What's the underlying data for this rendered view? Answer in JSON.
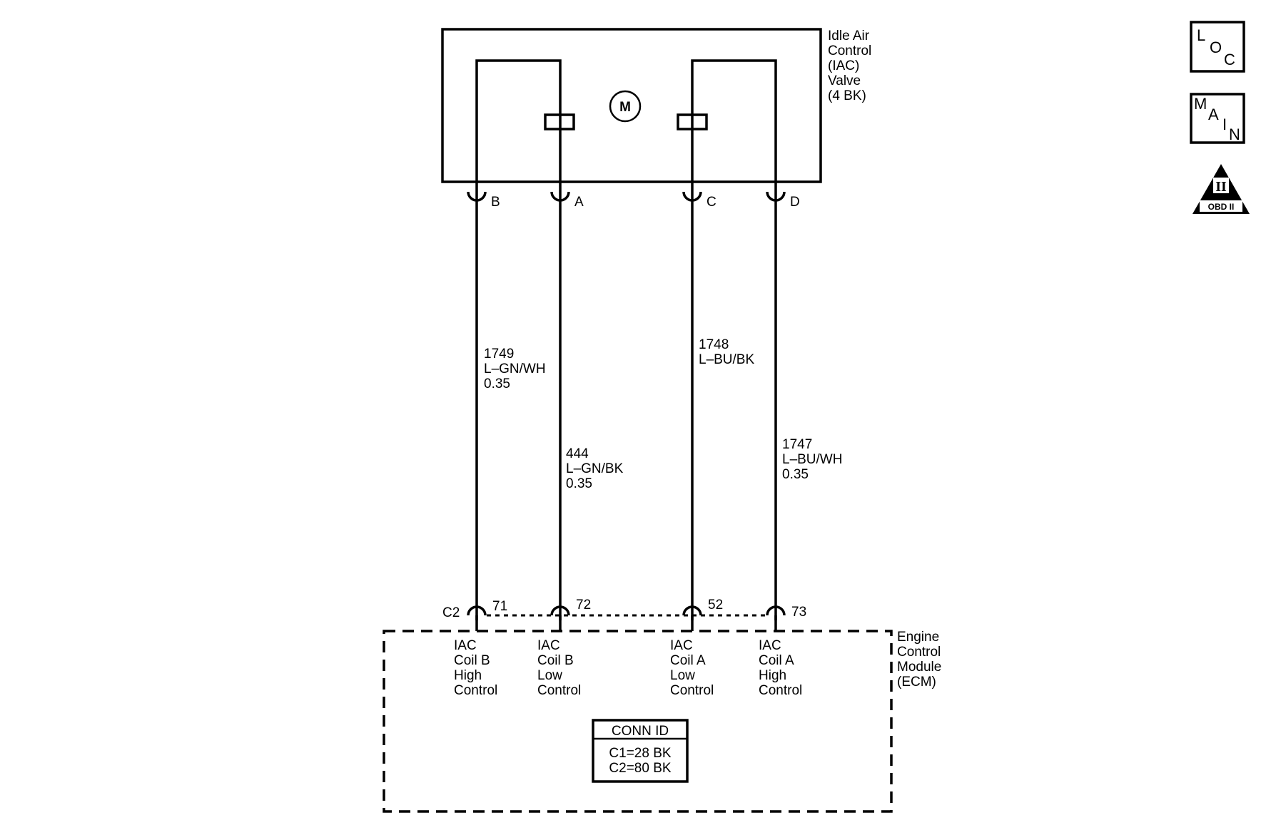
{
  "component_top": {
    "label_lines": [
      "Idle Air",
      "Control",
      "(IAC)",
      "Valve",
      "(4 BK)"
    ],
    "motor_symbol": "M"
  },
  "terminals_top": [
    "B",
    "A",
    "C",
    "D"
  ],
  "wires": [
    {
      "circuit": "1749",
      "color": "L–GN/WH",
      "size": "0.35"
    },
    {
      "circuit": "444",
      "color": "L–GN/BK",
      "size": "0.35"
    },
    {
      "circuit": "1748",
      "color": "L–BU/BK",
      "size": ""
    },
    {
      "circuit": "1747",
      "color": "L–BU/WH",
      "size": "0.35"
    }
  ],
  "module": {
    "connector": "C2",
    "pins": [
      "71",
      "72",
      "52",
      "73"
    ],
    "pin_functions": [
      [
        "IAC",
        "Coil B",
        "High",
        "Control"
      ],
      [
        "IAC",
        "Coil B",
        "Low",
        "Control"
      ],
      [
        "IAC",
        "Coil A",
        "Low",
        "Control"
      ],
      [
        "IAC",
        "Coil A",
        "High",
        "Control"
      ]
    ],
    "label_lines": [
      "Engine",
      "Control",
      "Module",
      "(ECM)"
    ],
    "conn_id": {
      "title": "CONN ID",
      "entries": [
        "C1=28 BK",
        "C2=80 BK"
      ]
    }
  },
  "badges": {
    "loc": [
      "L",
      "O",
      "C"
    ],
    "main": [
      "M",
      "A",
      "I",
      "N"
    ],
    "obd": {
      "numeral": "II",
      "text": "OBD II"
    }
  }
}
